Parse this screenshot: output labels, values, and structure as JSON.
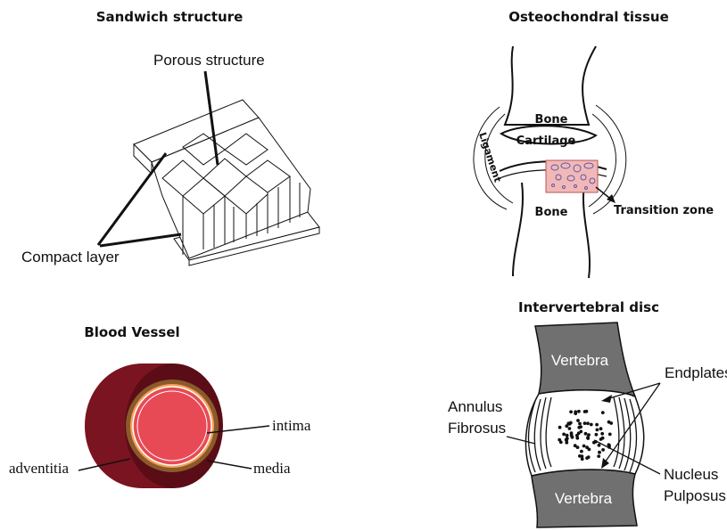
{
  "panels": {
    "sandwich": {
      "title": "Sandwich structure",
      "porous_label": "Porous structure",
      "compact_label": "Compact layer"
    },
    "osteochondral": {
      "title": "Osteochondral tissue",
      "bone_top": "Bone",
      "cartilage": "Cartilage",
      "ligament": "Ligament",
      "bone_bottom": "Bone",
      "transition": "Transition zone"
    },
    "blood_vessel": {
      "title": "Blood Vessel",
      "intima": "intima",
      "media": "media",
      "adventitia": "adventitia"
    },
    "disc": {
      "title": "Intervertebral disc",
      "vertebra_top": "Vertebra",
      "vertebra_bottom": "Vertebra",
      "endplates": "Endplates",
      "annulus_1": "Annulus",
      "annulus_2": "Fibrosus",
      "nucleus_1": "Nucleus",
      "nucleus_2": "Pulposus"
    }
  },
  "colors": {
    "vessel_outer": "#7a1420",
    "vessel_end": "#5a0d16",
    "vessel_adventitia_ring": "#8b5a2b",
    "vessel_media_ring": "#f4a259",
    "vessel_lumen": "#e84a55",
    "vertebra": "#707070",
    "transition_fill": "#f2b8b8"
  }
}
